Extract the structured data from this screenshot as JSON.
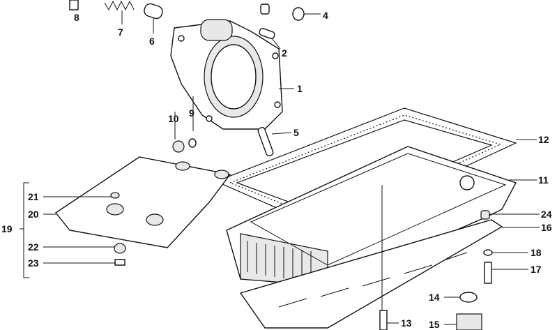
{
  "diagram": {
    "title": "Oil pump and oil pan exploded view",
    "callouts": {
      "p1": "1",
      "p2": "2",
      "p4": "4",
      "p5": "5",
      "p6": "6",
      "p7": "7",
      "p8": "8",
      "p9": "9",
      "p10": "10",
      "p11": "11",
      "p12": "12",
      "p13": "13",
      "p14": "14",
      "p15": "15",
      "p16": "16",
      "p17": "17",
      "p18": "18",
      "p19": "19",
      "p20": "20",
      "p21": "21",
      "p22": "22",
      "p23": "23",
      "p24": "24"
    }
  }
}
